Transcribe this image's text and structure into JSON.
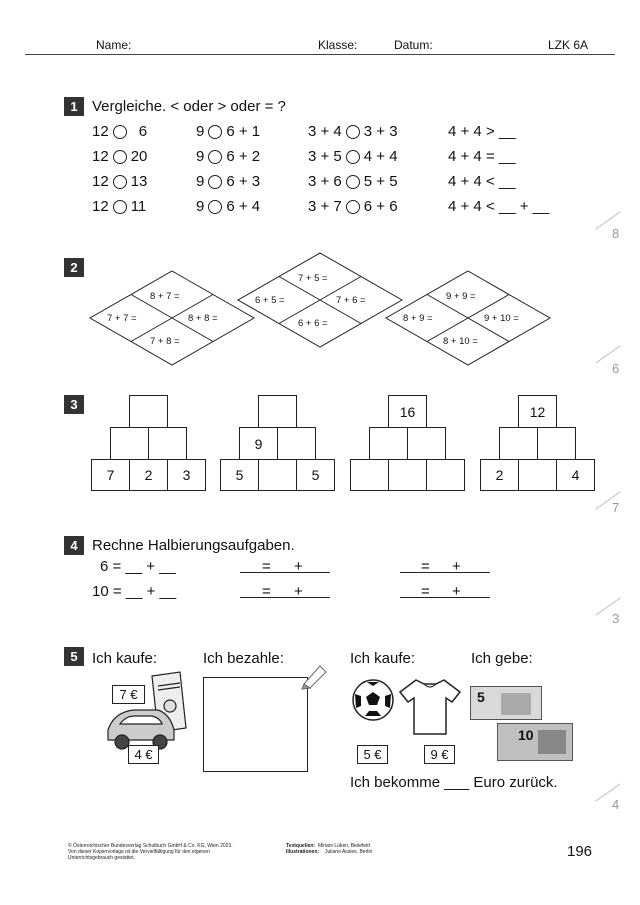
{
  "header": {
    "name_label": "Name:",
    "class_label": "Klasse:",
    "date_label": "Datum:",
    "code": "LZK 6A"
  },
  "task1": {
    "number": "1",
    "title": "Vergleiche. < oder > oder = ?",
    "col1": [
      {
        "l": "12",
        "r": "6"
      },
      {
        "l": "12",
        "r": "20"
      },
      {
        "l": "12",
        "r": "13"
      },
      {
        "l": "12",
        "r": "11"
      }
    ],
    "col2": [
      {
        "l": "9",
        "r": "6 + 1"
      },
      {
        "l": "9",
        "r": "6 + 2"
      },
      {
        "l": "9",
        "r": "6 + 3"
      },
      {
        "l": "9",
        "r": "6 + 4"
      }
    ],
    "col3": [
      {
        "l": "3 + 4",
        "r": "3 + 3"
      },
      {
        "l": "3 + 5",
        "r": "4 + 4"
      },
      {
        "l": "3 + 6",
        "r": "5 + 5"
      },
      {
        "l": "3 + 7",
        "r": "6 + 6"
      }
    ],
    "col4": [
      "4 + 4 > __",
      "4 + 4 = __",
      "4 + 4 < __",
      "4 + 4 < __ + __"
    ],
    "score": "8"
  },
  "task2": {
    "number": "2",
    "d1": {
      "top": "8 + 7 =",
      "left": "7 + 7 =",
      "right": "8 + 8 =",
      "bottom": "7 + 8 ="
    },
    "d2": {
      "top": "7 + 5 =",
      "left": "6 + 5 =",
      "right": "7 + 6 =",
      "bottom": "6 + 6 ="
    },
    "d3": {
      "top": "9 + 9 =",
      "left": "8 + 9 =",
      "right": "9 + 10 =",
      "bottom": "8 + 10 ="
    },
    "score": "6"
  },
  "task3": {
    "number": "3",
    "pyramids": [
      {
        "top": "",
        "mid": [
          "",
          ""
        ],
        "base": [
          "7",
          "2",
          "3"
        ]
      },
      {
        "top": "",
        "mid": [
          "9",
          ""
        ],
        "base": [
          "5",
          "",
          "5"
        ]
      },
      {
        "top": "16",
        "mid": [
          "",
          ""
        ],
        "base": [
          "",
          "",
          ""
        ]
      },
      {
        "top": "12",
        "mid": [
          "",
          ""
        ],
        "base": [
          "2",
          "",
          "4"
        ]
      }
    ],
    "score": "7"
  },
  "task4": {
    "number": "4",
    "title": "Rechne Halbierungsaufgaben.",
    "row1": "6 = __ + __",
    "row2": "10 = __ + __",
    "eq": "=",
    "plus": "+",
    "score": "3"
  },
  "task5": {
    "number": "5",
    "buy1": "Ich kaufe:",
    "pay": "Ich bezahle:",
    "buy2": "Ich kaufe:",
    "give": "Ich gebe:",
    "price_book": "7 €",
    "price_car": "4 €",
    "price_ball": "5 €",
    "price_shirt": "9 €",
    "note1": "5",
    "note2": "10",
    "change": "Ich bekomme ___ Euro zurück.",
    "score": "4"
  },
  "footer": {
    "copyright1": "© Österreichischer Bundesverlag Schulbuch GmbH & Co. KG, Wien 2023.",
    "copyright2": "Von dieser Kopiervorlage ist die Vervielfältigung für den eigenen",
    "copyright3": "Unterrichtsgebrauch gestattet.",
    "text_label": "Textquellen:",
    "text_value": "Miriam Lüken, Bielefeld",
    "ill_label": "Illustrationen:",
    "ill_value": "Juliane Assies, Berlin",
    "page": "196"
  }
}
